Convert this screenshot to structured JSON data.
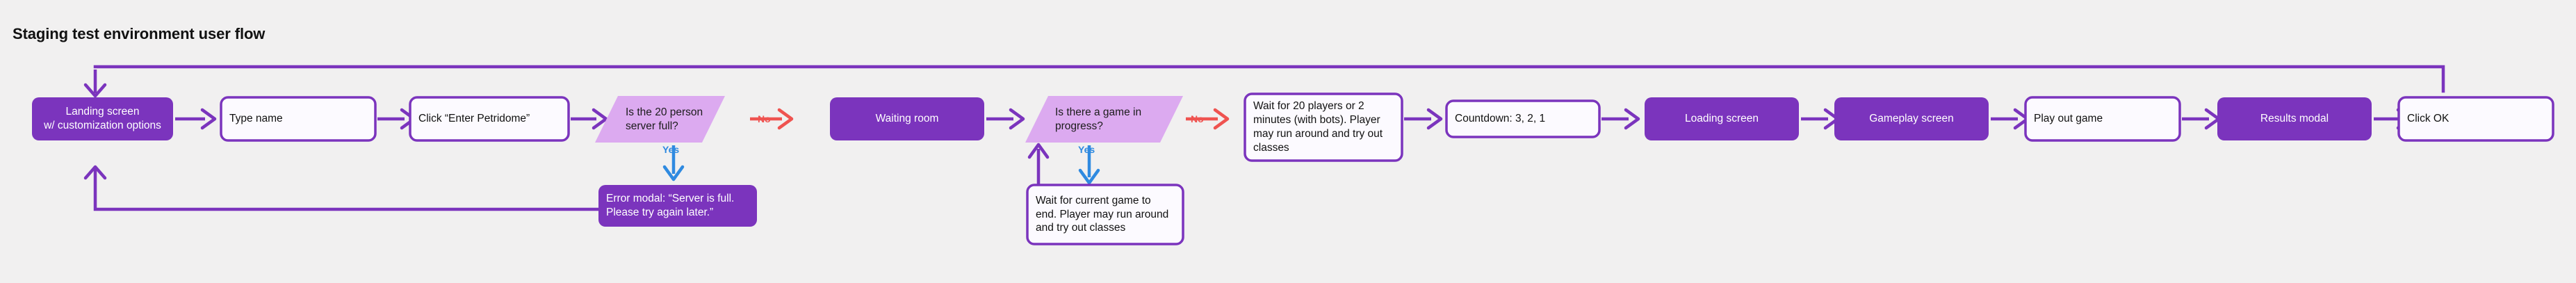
{
  "page": {
    "title": "Staging test environment user flow",
    "background_color": "#f1f0f0"
  },
  "colors": {
    "purple_fill": "#7b34bd",
    "purple_stroke": "#7b34bd",
    "white_fill": "#fcfaff",
    "violet_fill": "#dcaaf0",
    "yes_blue": "#2f8ae0",
    "no_red": "#ef5350",
    "text_light": "#ffffff",
    "text_dark": "#111111"
  },
  "legend": {
    "yes_label": "Yes",
    "no_label": "No"
  },
  "chart_data": {
    "type": "diagram",
    "title": "Staging test environment user flow",
    "nodes": [
      {
        "id": "landing",
        "label": "Landing screen\nw/ customization options",
        "shape": "rounded-rect",
        "style": "purple"
      },
      {
        "id": "type-name",
        "label": "Type name",
        "shape": "rounded-rect",
        "style": "white"
      },
      {
        "id": "click-enter",
        "label": "Click “Enter Petridome”",
        "shape": "rounded-rect",
        "style": "white"
      },
      {
        "id": "server-full",
        "label": "Is the 20 person\nserver full?",
        "shape": "parallelogram",
        "style": "violet"
      },
      {
        "id": "error-modal",
        "label": "Error modal: “Server is full.\nPlease try again later.”",
        "shape": "rounded-rect",
        "style": "purple"
      },
      {
        "id": "waiting-room",
        "label": "Waiting room",
        "shape": "rounded-rect",
        "style": "purple"
      },
      {
        "id": "game-progress",
        "label": "Is there a game in\nprogress?",
        "shape": "parallelogram",
        "style": "violet"
      },
      {
        "id": "wait-current",
        "label": "Wait for current game to\nend. Player may run around\nand try out classes",
        "shape": "rounded-rect",
        "style": "white"
      },
      {
        "id": "wait-20",
        "label": "Wait for 20 players or 2\nminutes (with bots). Player\nmay run around and try out\nclasses",
        "shape": "rounded-rect",
        "style": "white"
      },
      {
        "id": "countdown",
        "label": "Countdown: 3, 2, 1",
        "shape": "rounded-rect",
        "style": "white"
      },
      {
        "id": "loading",
        "label": "Loading screen",
        "shape": "rounded-rect",
        "style": "purple"
      },
      {
        "id": "gameplay",
        "label": "Gameplay screen",
        "shape": "rounded-rect",
        "style": "purple"
      },
      {
        "id": "play-out",
        "label": "Play out game",
        "shape": "rounded-rect",
        "style": "white"
      },
      {
        "id": "results",
        "label": "Results modal",
        "shape": "rounded-rect",
        "style": "purple"
      },
      {
        "id": "click-ok",
        "label": "Click OK",
        "shape": "rounded-rect",
        "style": "white"
      }
    ],
    "edges": [
      {
        "from": "landing",
        "to": "type-name",
        "label": "",
        "color": "purple"
      },
      {
        "from": "type-name",
        "to": "click-enter",
        "label": "",
        "color": "purple"
      },
      {
        "from": "click-enter",
        "to": "server-full",
        "label": "",
        "color": "purple"
      },
      {
        "from": "server-full",
        "to": "waiting-room",
        "label": "No",
        "color": "red"
      },
      {
        "from": "server-full",
        "to": "error-modal",
        "label": "Yes",
        "color": "blue"
      },
      {
        "from": "error-modal",
        "to": "landing",
        "label": "",
        "color": "purple"
      },
      {
        "from": "waiting-room",
        "to": "game-progress",
        "label": "",
        "color": "purple"
      },
      {
        "from": "game-progress",
        "to": "wait-20",
        "label": "No",
        "color": "red"
      },
      {
        "from": "game-progress",
        "to": "wait-current",
        "label": "Yes",
        "color": "blue"
      },
      {
        "from": "wait-current",
        "to": "game-progress",
        "label": "",
        "color": "purple"
      },
      {
        "from": "wait-20",
        "to": "countdown",
        "label": "",
        "color": "purple"
      },
      {
        "from": "countdown",
        "to": "loading",
        "label": "",
        "color": "purple"
      },
      {
        "from": "loading",
        "to": "gameplay",
        "label": "",
        "color": "purple"
      },
      {
        "from": "gameplay",
        "to": "play-out",
        "label": "",
        "color": "purple"
      },
      {
        "from": "play-out",
        "to": "results",
        "label": "",
        "color": "purple"
      },
      {
        "from": "results",
        "to": "click-ok",
        "label": "",
        "color": "purple"
      },
      {
        "from": "click-ok",
        "to": "landing",
        "label": "",
        "color": "purple"
      }
    ]
  }
}
